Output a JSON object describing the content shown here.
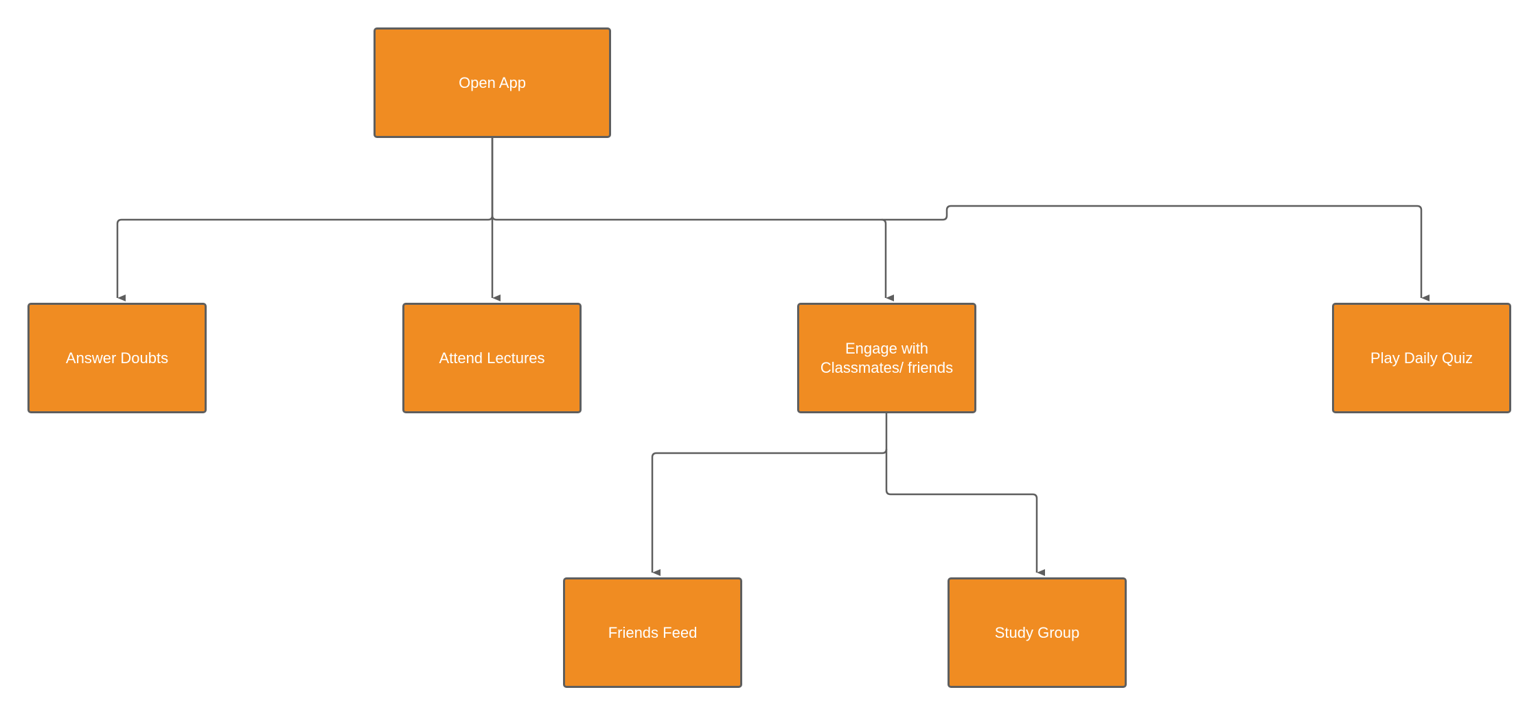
{
  "diagram": {
    "fill_color": "#f08c22",
    "stroke_color": "#5e5e5e",
    "nodes": {
      "open_app": "Open App",
      "answer_doubts": "Answer Doubts",
      "attend_lectures": "Attend Lectures",
      "engage": "Engage with Classmates/ friends",
      "play_quiz": "Play Daily Quiz",
      "friends_feed": "Friends Feed",
      "study_group": "Study Group"
    },
    "edges": [
      {
        "from": "open_app",
        "to": "answer_doubts"
      },
      {
        "from": "open_app",
        "to": "attend_lectures"
      },
      {
        "from": "open_app",
        "to": "engage"
      },
      {
        "from": "open_app",
        "to": "play_quiz"
      },
      {
        "from": "engage",
        "to": "friends_feed"
      },
      {
        "from": "engage",
        "to": "study_group"
      }
    ]
  }
}
